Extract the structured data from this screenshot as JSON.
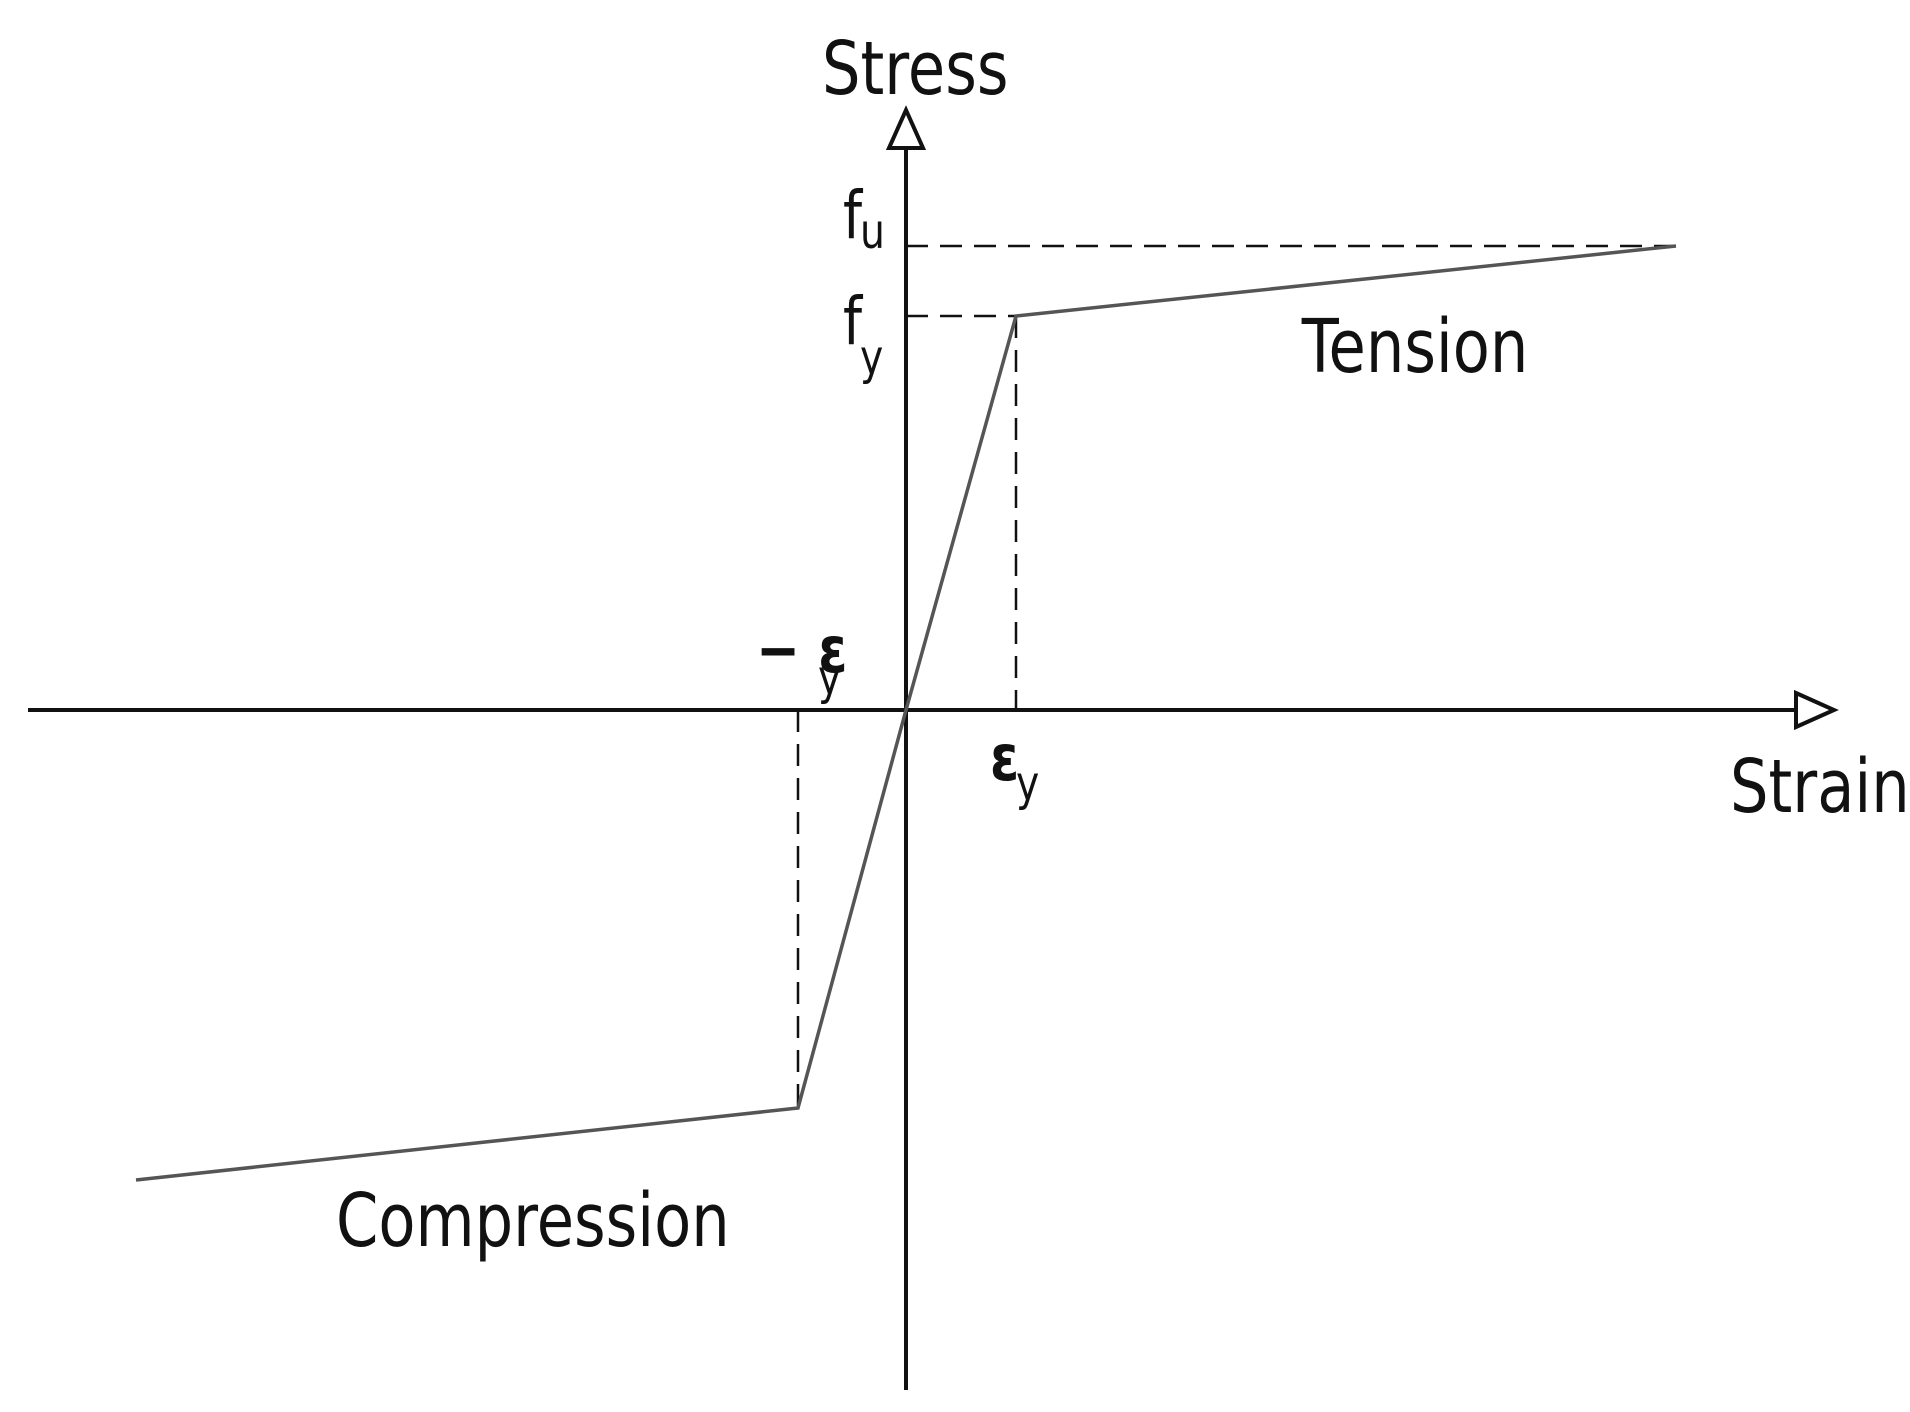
{
  "labels": {
    "stress_axis": "Stress",
    "strain_axis": "Strain",
    "fu_base": "f",
    "fu_sub": "u",
    "fy_base": "f",
    "fy_sub": "y",
    "ey_pos_base": "ε",
    "ey_pos_sub": "y",
    "ey_neg_base": "− ε",
    "ey_neg_sub": "y",
    "tension": "Tension",
    "compression": "Compression"
  },
  "colors": {
    "axis": "#111111",
    "curve": "#555555",
    "background": "#ffffff"
  }
}
